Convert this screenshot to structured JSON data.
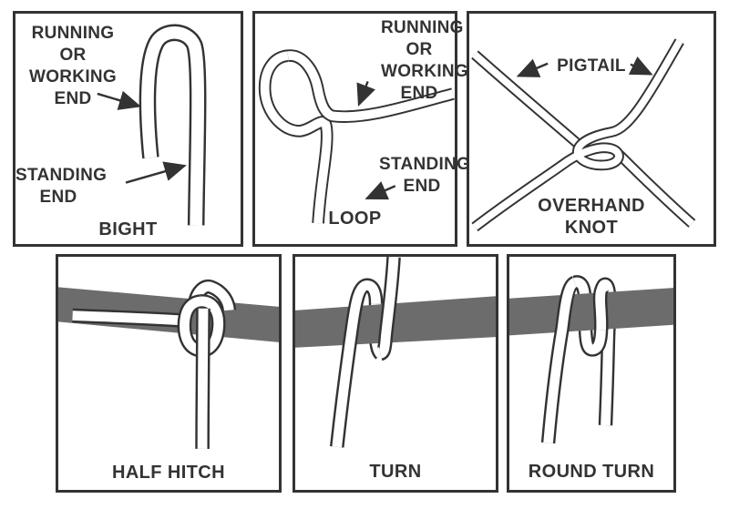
{
  "title": "Knot and rope terminology diagram",
  "colors": {
    "ink": "#333333",
    "rail_gray": "#6c6c6c",
    "rope_fill": "#ffffff",
    "background": "#ffffff"
  },
  "panels": {
    "bight": {
      "caption": "BIGHT",
      "label_running": "RUNNING\nOR\nWORKING\nEND",
      "label_standing": "STANDING\nEND"
    },
    "loop": {
      "caption": "LOOP",
      "label_running": "RUNNING\nOR\nWORKING\nEND",
      "label_standing": "STANDING\nEND"
    },
    "overhand": {
      "caption": "OVERHAND\nKNOT",
      "label_pigtail": "PIGTAIL"
    },
    "half_hitch": {
      "caption": "HALF HITCH"
    },
    "turn": {
      "caption": "TURN"
    },
    "round_turn": {
      "caption": "ROUND TURN"
    }
  }
}
